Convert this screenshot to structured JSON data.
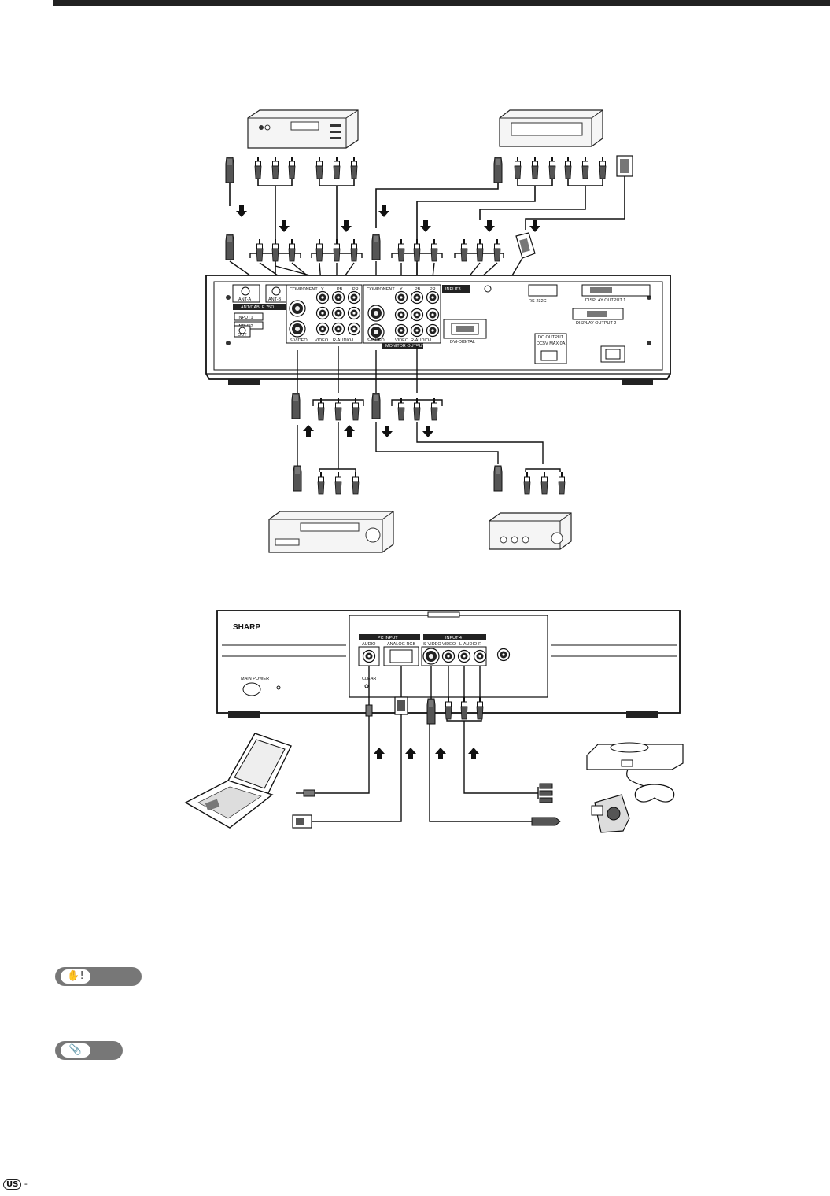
{
  "back_panel": {
    "ant_a": "ANT-A",
    "ant_b": "ANT-B",
    "ant_cable_label": "ANT/CABLE 75Ω",
    "input1": "INPUT1",
    "input2": "INPUT2",
    "out": "OUT",
    "component": "COMPONENT",
    "y": "Y",
    "pb": "PB",
    "pr": "PR",
    "s_video": "S-VIDEO",
    "video": "VIDEO",
    "r_audio_l": "R-AUDIO-L",
    "monitor_output": "MONITOR OUTPUT",
    "input3": "INPUT3",
    "dvi_digital": "DVI-DIGITAL",
    "rs232c": "RS-232C",
    "display_output_1": "DISPLAY OUTPUT 1",
    "display_output_2": "DISPLAY OUTPUT 2",
    "dc_output": "DC OUTPUT",
    "dc_output_spec": "DC5V MAX 0A"
  },
  "front_panel": {
    "brand": "SHARP",
    "main_power": "MAIN POWER",
    "pc_input": "PC INPUT",
    "audio": "AUDIO",
    "analog_rgb": "ANALOG RGB",
    "input4": "INPUT 4",
    "s_video": "S-VIDEO",
    "video": "VIDEO",
    "l_audio_r": "L-AUDIO-R",
    "clear": "CLEAR"
  },
  "badges": {
    "caution_icon": "raised-hand-caution-icon",
    "note_icon": "paperclip-note-icon"
  },
  "footer": {
    "region": "US",
    "dash": "-"
  }
}
